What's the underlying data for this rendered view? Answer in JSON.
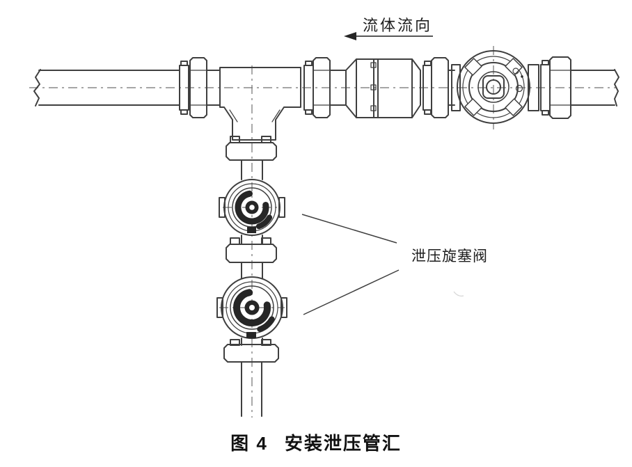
{
  "figure": {
    "flow_direction_label": "流体流向",
    "valve_callout_label": "泄压旋塞阀",
    "caption_number": "图 4",
    "caption_title": "安装泄压管汇"
  },
  "colors": {
    "line_color": "#3f3f3f",
    "centerline_color": "#707070",
    "dark_fill": "#262626",
    "text_color": "#1e1e1e",
    "background": "#ffffff"
  }
}
